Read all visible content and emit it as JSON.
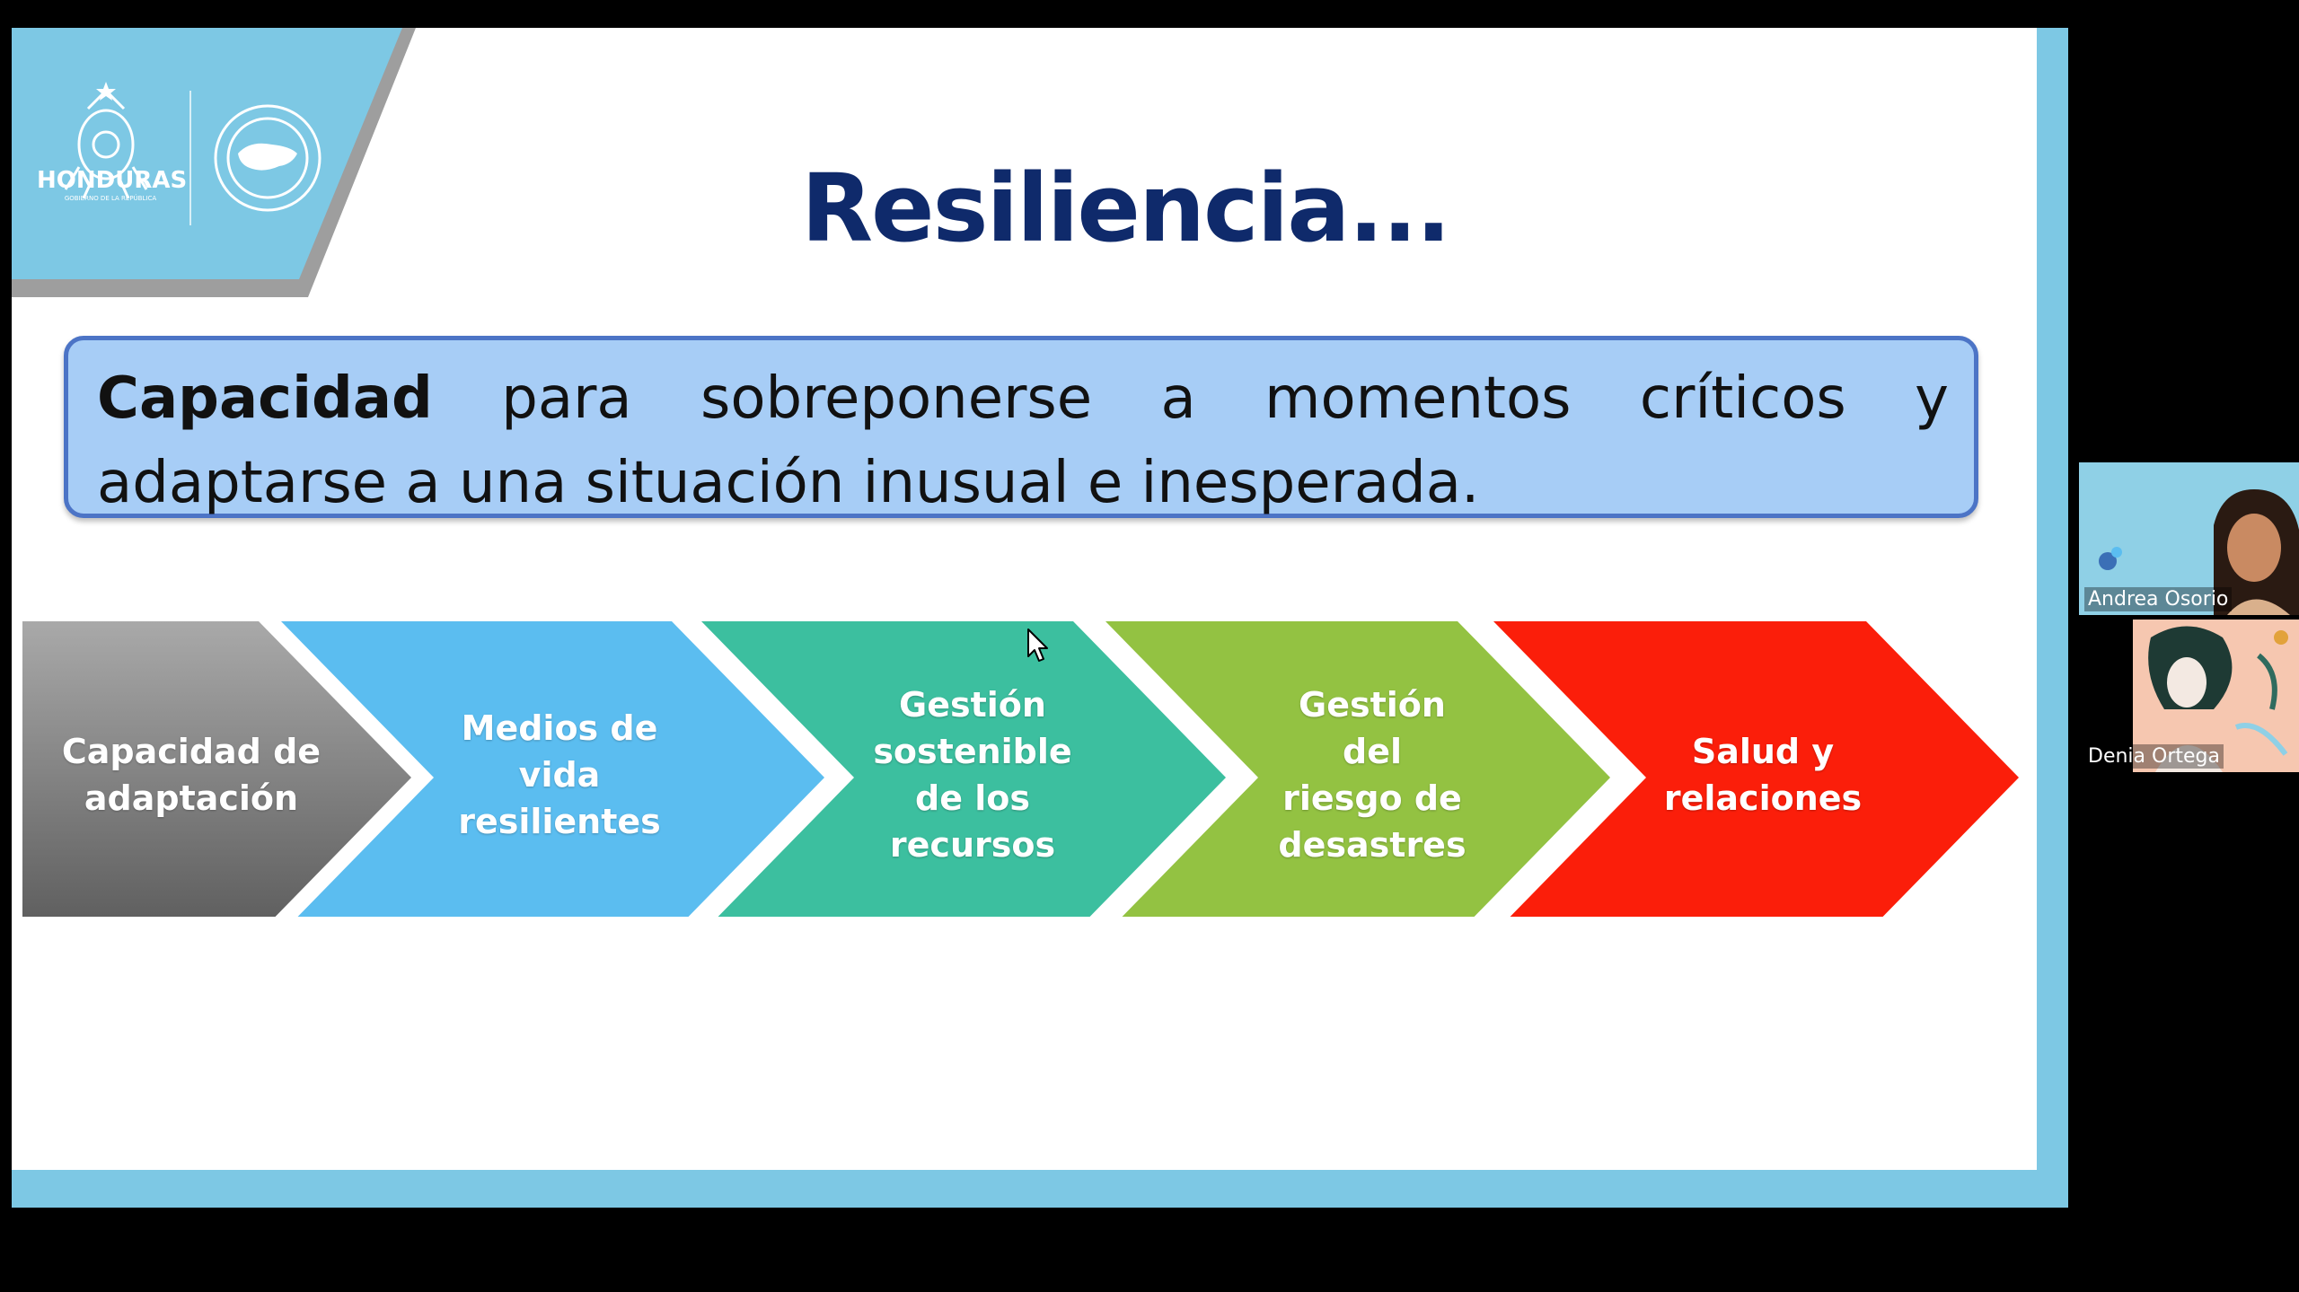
{
  "slide": {
    "title": "Resiliencia...",
    "logo": {
      "country": "HONDURAS",
      "tagline": "GOBIERNO DE LA REPÚBLICA"
    },
    "definition": {
      "keyword": "Capacidad",
      "text": " para sobreponerse a momentos críticos y adaptarse a una situación inusual e inesperada."
    },
    "chevrons": [
      {
        "lines": [
          "Capacidad de",
          "adaptación"
        ],
        "color": "#7a7a7a"
      },
      {
        "lines": [
          "Medios de",
          "vida",
          "resilientes"
        ],
        "color": "#5bbdf0"
      },
      {
        "lines": [
          "Gestión",
          "sostenible",
          "de los",
          "recursos"
        ],
        "color": "#3cbf9f"
      },
      {
        "lines": [
          "Gestión",
          "del",
          "riesgo de",
          "desastres"
        ],
        "color": "#93c242"
      },
      {
        "lines": [
          "Salud y",
          "relaciones"
        ],
        "color": "#fb1e0a"
      }
    ]
  },
  "participants": [
    {
      "name": "Andrea Osorio"
    },
    {
      "name": "Denia Ortega"
    }
  ]
}
